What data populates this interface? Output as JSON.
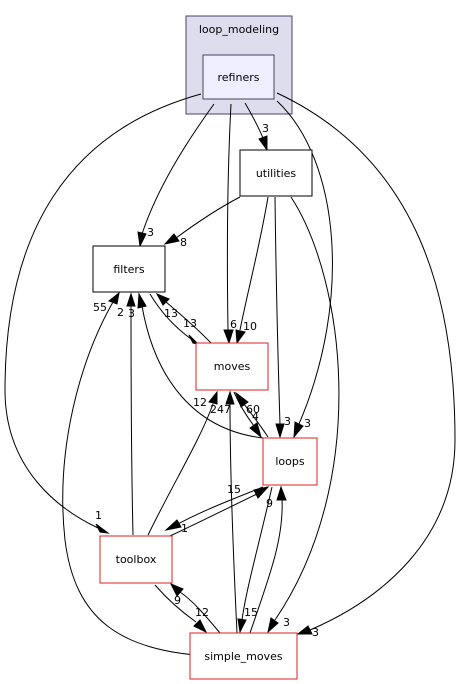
{
  "cluster": {
    "label": "loop_modeling"
  },
  "nodes": {
    "refiners": {
      "label": "refiners"
    },
    "utilities": {
      "label": "utilities"
    },
    "filters": {
      "label": "filters"
    },
    "moves": {
      "label": "moves"
    },
    "loops": {
      "label": "loops"
    },
    "toolbox": {
      "label": "toolbox"
    },
    "simple_moves": {
      "label": "simple_moves"
    }
  },
  "edges": {
    "refiners_utilities": "3",
    "refiners_filters": "3",
    "refiners_moves": "6",
    "refiners_loops": "3",
    "refiners_toolbox": "1",
    "refiners_simple_moves": "3",
    "utilities_filters": "8",
    "utilities_moves": "10",
    "utilities_loops": "3",
    "utilities_simple_moves": "3",
    "filters_moves": "13",
    "moves_filters": "13",
    "moves_loops": "4",
    "loops_moves": "60",
    "loops_filters": "3",
    "loops_toolbox": "1",
    "loops_simple_moves": "9",
    "toolbox_loops": "15",
    "toolbox_moves": "12",
    "toolbox_filters": "2",
    "toolbox_simple_moves": "9",
    "simple_moves_toolbox": "12",
    "simple_moves_moves": "247",
    "simple_moves_loops": "15",
    "simple_moves_filters": "55"
  },
  "colors": {
    "cluster_fill": "#ddddee",
    "cluster_border": "#444466",
    "highlight_fill": "#eeeeff",
    "highlight_border": "#444466",
    "node_border_plain": "#000000",
    "node_border_red": "#dd2222"
  }
}
